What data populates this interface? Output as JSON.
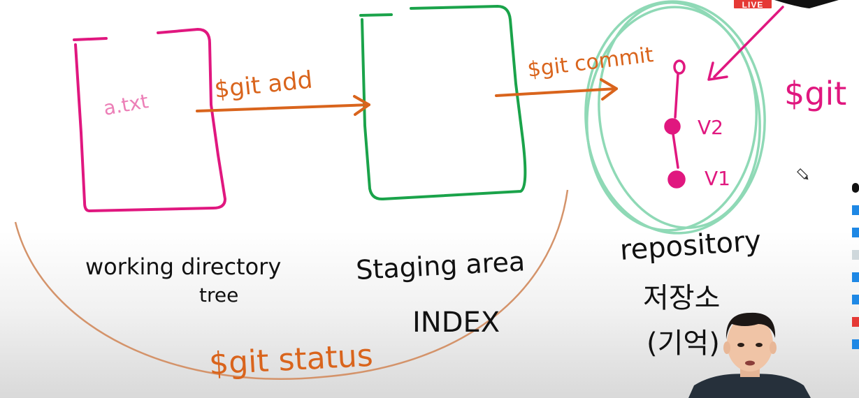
{
  "badge": {
    "live": "LIVE"
  },
  "labels": {
    "file": "a.txt",
    "git_add": "$git add",
    "git_commit": "$git commit",
    "git_log": "$git log",
    "git_status": "$git status",
    "working_dir_line1": "working directory",
    "working_dir_line2": "tree",
    "staging_line1": "Staging area",
    "staging_line2": "INDEX",
    "repo_line1": "repository",
    "repo_line2": "저장소",
    "repo_line3": "(기억)",
    "v2": "V2",
    "v1": "V1"
  },
  "colors": {
    "pink": "#e0177f",
    "green": "#1aa34a",
    "orange": "#d9641c",
    "light_green": "#8fd9b6",
    "brown_arc": "#d4936a",
    "ink": "#111111",
    "live_red": "#e53935"
  },
  "icons": [
    "pencil-cursor-icon"
  ]
}
